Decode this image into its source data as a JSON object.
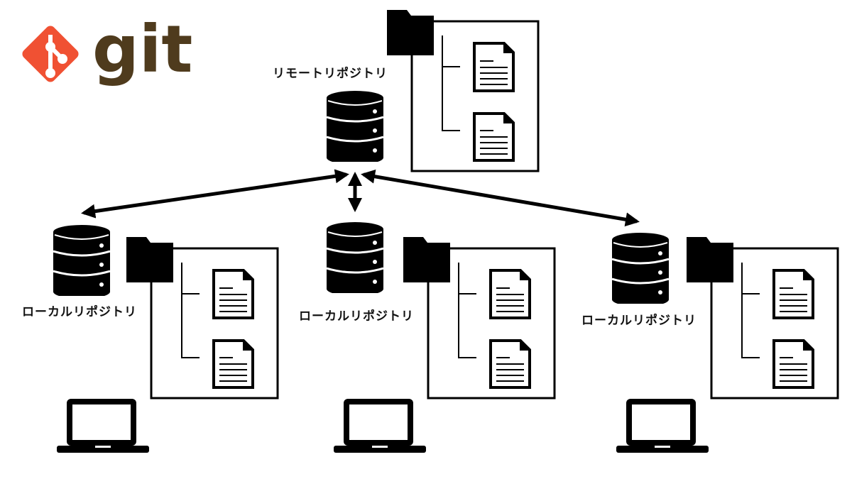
{
  "logo": {
    "text": "git",
    "accent": "#F05133",
    "text_color": "#4F3B1D"
  },
  "remote": {
    "label": "リモートリポジトリ"
  },
  "locals": [
    {
      "label": "ローカルリポジトリ"
    },
    {
      "label": "ローカルリポジトリ"
    },
    {
      "label": "ローカルリポジトリ"
    }
  ],
  "colors": {
    "ink": "#000000",
    "background": "#FFFFFF"
  }
}
